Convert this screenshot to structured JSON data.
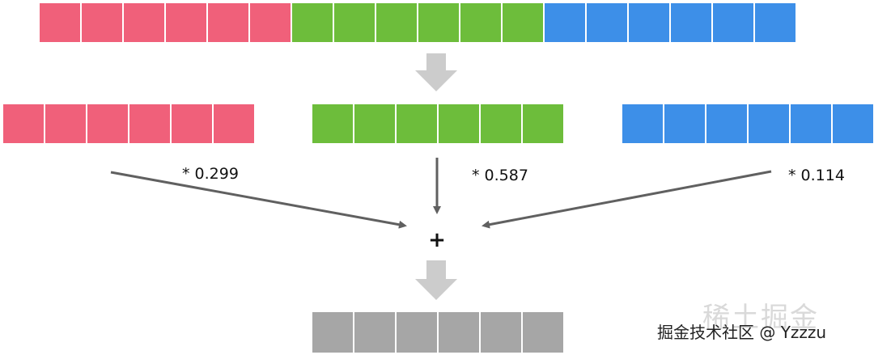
{
  "colors": {
    "red": "#f0607a",
    "green": "#6dbd3b",
    "blue": "#3d8fe8",
    "gray": "#a6a6a6",
    "arrow": "#606060",
    "big_arrow": "#cccccc"
  },
  "cells_per_channel": 6,
  "weights": {
    "red": "* 0.299",
    "green": "* 0.587",
    "blue": "* 0.114"
  },
  "operator": "+",
  "watermark": {
    "faint": "稀土掘金",
    "text": "掘金技术社区 @ Yzzzu"
  }
}
